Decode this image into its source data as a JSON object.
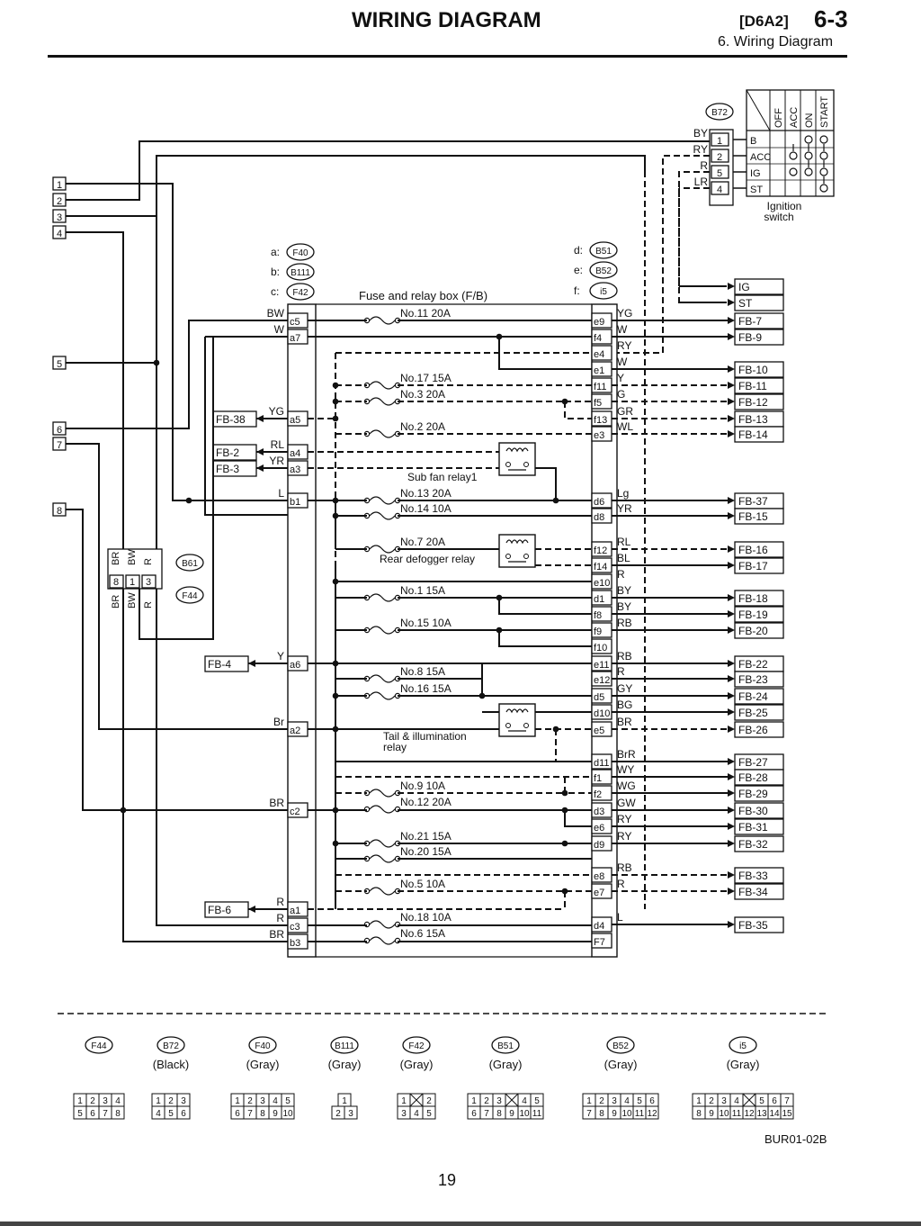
{
  "header": {
    "title": "WIRING DIAGRAM",
    "code": "[D6A2]",
    "section": "6-3",
    "subtitle": "6. Wiring Diagram"
  },
  "page_number": "19",
  "doc_code": "BUR01-02B",
  "side_terminals": [
    "1",
    "2",
    "3",
    "4",
    "5",
    "6",
    "7",
    "8"
  ],
  "connector_legend": [
    {
      "key": "a:",
      "id": "F40"
    },
    {
      "key": "b:",
      "id": "B111"
    },
    {
      "key": "c:",
      "id": "F42"
    },
    {
      "key": "d:",
      "id": "B51"
    },
    {
      "key": "e:",
      "id": "B52"
    },
    {
      "key": "f:",
      "id": "i5"
    }
  ],
  "fuse_box_title": "Fuse and relay box (F/B)",
  "ignition": {
    "connector": "B72",
    "positions": [
      "OFF",
      "ACC",
      "ON",
      "START"
    ],
    "rows": [
      {
        "wire": "BY",
        "pin": "1",
        "term": "B"
      },
      {
        "wire": "RY",
        "pin": "2",
        "term": "ACC"
      },
      {
        "wire": "R",
        "pin": "5",
        "term": "IG"
      },
      {
        "wire": "LR",
        "pin": "4",
        "term": "ST"
      }
    ],
    "label_line1": "Ignition",
    "label_line2": "switch"
  },
  "b61": {
    "connector": "B61",
    "wires": [
      "BR",
      "BW",
      "R"
    ]
  },
  "f44": {
    "connector": "F44",
    "pins": [
      "8",
      "1",
      "3"
    ],
    "wires": [
      "BR",
      "BW",
      "R"
    ]
  },
  "left_pins": [
    {
      "pin": "c5",
      "wire": "BW"
    },
    {
      "pin": "a7",
      "wire": "W"
    },
    {
      "pin": "a5",
      "wire": "YG",
      "out": "FB-38"
    },
    {
      "pin": "a4",
      "wire": "RL",
      "out": "FB-2"
    },
    {
      "pin": "a3",
      "wire": "YR",
      "out": "FB-3"
    },
    {
      "pin": "b1",
      "wire": "L"
    },
    {
      "pin": "a6",
      "wire": "Y",
      "out": "FB-4"
    },
    {
      "pin": "a2",
      "wire": "Br"
    },
    {
      "pin": "c2",
      "wire": "BR"
    },
    {
      "pin": "a1",
      "wire": "R",
      "out": "FB-6"
    },
    {
      "pin": "c3",
      "wire": "R"
    },
    {
      "pin": "b3",
      "wire": "BR"
    }
  ],
  "fuses": [
    "No.11 20A",
    "No.17 15A",
    "No.3  20A",
    "No.2  20A",
    "No.13 20A",
    "No.14 10A",
    "No.7  20A",
    "No.1  15A",
    "No.15 10A",
    "No.8  15A",
    "No.16 15A",
    "No.9  10A",
    "No.12 20A",
    "No.21 15A",
    "No.20 15A",
    "No.5  10A",
    "No.18 10A",
    "No.6  15A"
  ],
  "relays": [
    "Sub fan relay1",
    "Rear defogger relay",
    "Tail & illumination",
    "relay"
  ],
  "right_pins": [
    {
      "pin": "e9",
      "wire": "YG",
      "out": "IG"
    },
    {
      "pin": "",
      "wire": "",
      "out": "ST"
    },
    {
      "pin": "",
      "wire": "",
      "out": "FB-7"
    },
    {
      "pin": "f4",
      "wire": "W",
      "out": "FB-9"
    },
    {
      "pin": "e4",
      "wire": "RY"
    },
    {
      "pin": "e1",
      "wire": "W",
      "out": "FB-10"
    },
    {
      "pin": "f11",
      "wire": "Y",
      "out": "FB-11"
    },
    {
      "pin": "f5",
      "wire": "G",
      "out": "FB-12"
    },
    {
      "pin": "f13",
      "wire": "GR",
      "out": "FB-13"
    },
    {
      "pin": "e3",
      "wire": "WL",
      "out": "FB-14"
    },
    {
      "pin": "d6",
      "wire": "Lg",
      "out": "FB-37"
    },
    {
      "pin": "d8",
      "wire": "YR",
      "out": "FB-15"
    },
    {
      "pin": "f12",
      "wire": "RL",
      "out": "FB-16"
    },
    {
      "pin": "f14",
      "wire": "BL",
      "out": "FB-17"
    },
    {
      "pin": "e10",
      "wire": "R"
    },
    {
      "pin": "d1",
      "wire": "BY",
      "out": "FB-18"
    },
    {
      "pin": "f8",
      "wire": "BY",
      "out": "FB-19"
    },
    {
      "pin": "f9",
      "wire": "RB",
      "out": "FB-20"
    },
    {
      "pin": "f10",
      "wire": ""
    },
    {
      "pin": "e11",
      "wire": "RB",
      "out": "FB-22"
    },
    {
      "pin": "e12",
      "wire": "R",
      "out": "FB-23"
    },
    {
      "pin": "d5",
      "wire": "GY",
      "out": "FB-24"
    },
    {
      "pin": "d10",
      "wire": "BG",
      "out": "FB-25"
    },
    {
      "pin": "e5",
      "wire": "BR",
      "out": "FB-26"
    },
    {
      "pin": "d11",
      "wire": "BrR",
      "out": "FB-27"
    },
    {
      "pin": "f1",
      "wire": "WY",
      "out": "FB-28"
    },
    {
      "pin": "f2",
      "wire": "WG",
      "out": "FB-29"
    },
    {
      "pin": "d3",
      "wire": "GW",
      "out": "FB-30"
    },
    {
      "pin": "e6",
      "wire": "RY",
      "out": "FB-31"
    },
    {
      "pin": "d9",
      "wire": "RY",
      "out": "FB-32"
    },
    {
      "pin": "e8",
      "wire": "RB",
      "out": "FB-33"
    },
    {
      "pin": "e7",
      "wire": "R",
      "out": "FB-34"
    },
    {
      "pin": "d4",
      "wire": "L",
      "out": "FB-35"
    },
    {
      "pin": "F7",
      "wire": ""
    }
  ],
  "connectors_bottom": [
    {
      "id": "F44",
      "color": "",
      "rows": [
        [
          "1",
          "2",
          "3",
          "4"
        ],
        [
          "5",
          "6",
          "7",
          "8"
        ]
      ]
    },
    {
      "id": "B72",
      "color": "(Black)",
      "rows": [
        [
          "1",
          "2",
          "3"
        ],
        [
          "4",
          "5",
          "6"
        ]
      ]
    },
    {
      "id": "F40",
      "color": "(Gray)",
      "rows": [
        [
          "1",
          "2",
          "3",
          "4",
          "5"
        ],
        [
          "6",
          "7",
          "8",
          "9",
          "10"
        ]
      ]
    },
    {
      "id": "B111",
      "color": "(Gray)",
      "rows": [
        [
          "1"
        ],
        [
          "2",
          "3"
        ]
      ]
    },
    {
      "id": "F42",
      "color": "(Gray)",
      "rows": [
        [
          "1",
          "",
          "2"
        ],
        [
          "3",
          "4",
          "5"
        ]
      ]
    },
    {
      "id": "B51",
      "color": "(Gray)",
      "rows": [
        [
          "1",
          "2",
          "3",
          "",
          "4",
          "5"
        ],
        [
          "6",
          "7",
          "8",
          "9",
          "10",
          "11"
        ]
      ]
    },
    {
      "id": "B52",
      "color": "(Gray)",
      "rows": [
        [
          "1",
          "2",
          "3",
          "4",
          "5",
          "6"
        ],
        [
          "7",
          "8",
          "9",
          "10",
          "11",
          "12"
        ]
      ]
    },
    {
      "id": "i5",
      "color": "(Gray)",
      "rows": [
        [
          "1",
          "2",
          "3",
          "4",
          "",
          "5",
          "6",
          "7"
        ],
        [
          "8",
          "9",
          "10",
          "11",
          "12",
          "13",
          "14",
          "15"
        ]
      ]
    }
  ]
}
